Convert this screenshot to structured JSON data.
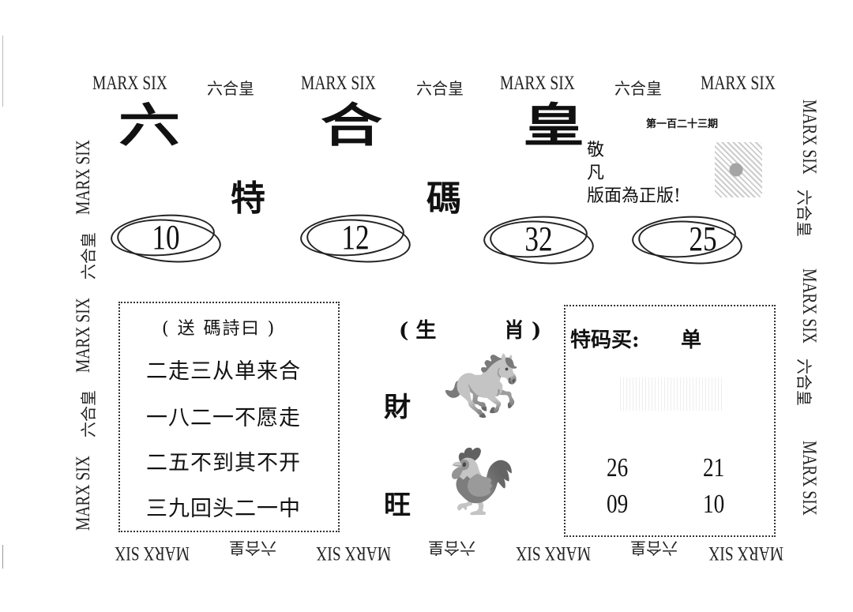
{
  "border": {
    "brand_en": "MARX SIX",
    "brand_cn": "六合皇",
    "top_row": [
      "MARX SIX",
      "六合皇",
      "MARX SIX",
      "六合皇",
      "MARX SIX",
      "六合皇",
      "MARX SIX"
    ],
    "bottom_row": [
      "MARX SIX",
      "六合皇",
      "MARX SIX",
      "六合皇",
      "MARX SIX",
      "六合皇",
      "MARX SIX"
    ],
    "left_col": [
      "MARX SIX",
      "六合皇",
      "MARX SIX",
      "六合皇",
      "MARX SIX"
    ],
    "right_col": [
      "MARX SIX",
      "六合皇",
      "MARX SIX",
      "六合皇",
      "MARX SIX"
    ]
  },
  "header": {
    "title_chars": [
      "六",
      "合",
      "皇"
    ],
    "subtitle_chars": [
      "特",
      "碼"
    ],
    "issue": "第一百二十三期",
    "notice_lines": [
      "敬",
      "凡",
      "版面為正版!"
    ]
  },
  "special_numbers": [
    "10",
    "12",
    "32",
    "25"
  ],
  "poem": {
    "title": "( 送 碼詩曰 )",
    "lines": [
      "二走三从单来合",
      "一八二一不愿走",
      "二五不到其不开",
      "三九回头二一中"
    ]
  },
  "zodiac": {
    "header_open": "( 生",
    "header_close": "肖 )",
    "items": [
      {
        "label": "財",
        "animal": "horse",
        "glyph": "🐎"
      },
      {
        "label": "旺",
        "animal": "rooster",
        "glyph": "🐓"
      }
    ]
  },
  "tip": {
    "label": "特码买:",
    "value": "单",
    "numbers": [
      "26",
      "21",
      "09",
      "10"
    ]
  }
}
